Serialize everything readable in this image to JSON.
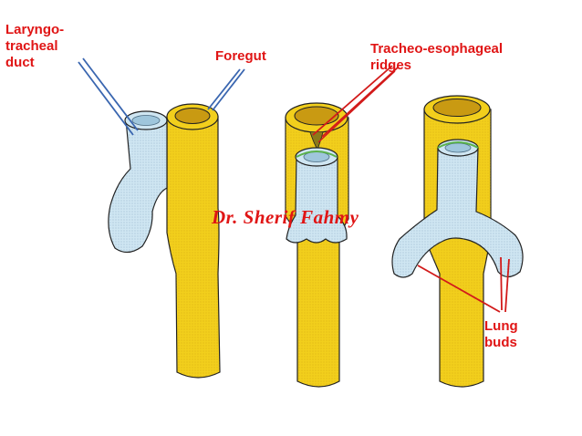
{
  "labels": {
    "laryngotracheal_duct": "Laryngo-\ntracheal\nduct",
    "foregut": "Foregut",
    "tracheo_esophageal_ridges": "Tracheo-esophageal\nridges",
    "lung_buds": "Lung\nbuds"
  },
  "watermark": "Dr. Sherif Fahmy",
  "colors": {
    "foregut": "#f2cf1c",
    "foregut_dark": "#c99a12",
    "duct": "#cfe6f2",
    "duct_edge": "#4a6a80",
    "label_text": "#e01515",
    "leader_blue": "#3a66b0",
    "leader_red": "#d21a1a",
    "outline": "#222222"
  }
}
